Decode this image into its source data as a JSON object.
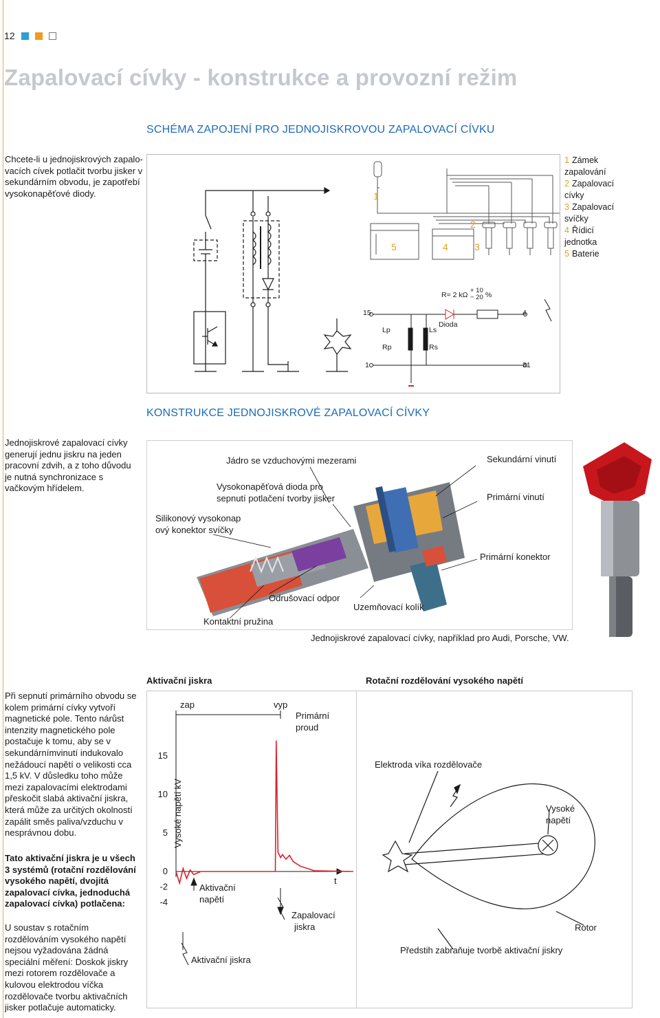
{
  "page": {
    "number": "12",
    "title": "Zapalovací cívky - konstrukce a provozní režim"
  },
  "section1": {
    "heading": "SCHÉMA ZAPOJENÍ PRO JEDNOJISKROVOU ZAPALOVACÍ CÍVKU",
    "text": "Chcete-li u jednojiskrových zapalovacích cívek potlačit tvorbu jisker v sekundárním obvodu, je zapotřebí vysokonapěťové diody.",
    "text_lines": [
      "Chcete-li u jednojiskrových zapalo-",
      "vacích cívek potlačit tvorbu jisker v",
      "sekundárním obvodu, je zapotřebí",
      "vysokonapěťové diody."
    ],
    "legend": [
      {
        "num": "1",
        "label": "Zámek zapalování"
      },
      {
        "num": "2",
        "label": "Zapalovací cívky"
      },
      {
        "num": "3",
        "label": "Zapalovací svíčky"
      },
      {
        "num": "4",
        "label": "Řídicí jednotka"
      },
      {
        "num": "5",
        "label": "Baterie"
      }
    ],
    "diagram_numbers": [
      "1",
      "2",
      "5",
      "4",
      "3"
    ],
    "schematic": {
      "resistor": "R= 2 kΩ",
      "tol_plus": "+ 10",
      "tol_minus": "− 20",
      "tol_unit": "%",
      "t15": "15",
      "t4": "4",
      "t1": "1",
      "t31": "31",
      "lp": "Lp",
      "rp": "Rp",
      "ls": "Ls",
      "rs": "Rs",
      "dioda": "Dioda"
    }
  },
  "section2": {
    "heading": "KONSTRUKCE JEDNOJISKROVÉ ZAPALOVACÍ CÍVKY",
    "text_lines": [
      "Jednojiskrové zapalovací cívky",
      "generují jednu jiskru na jeden",
      "pracovní zdvih, a z toho důvodu",
      "je nutná synchronizace s",
      "vačkovým hřídelem."
    ],
    "labels": {
      "jadro": "Jádro se vzduchovými mezerami",
      "dioda1": "Vysokonapěťová dioda pro",
      "dioda2": "sepnutí potlačení tvorby jisker",
      "silikon1": "Silikonový vysokonap",
      "silikon2": "ový konektor svíčky",
      "sekundarni": "Sekundární vinutí",
      "primarni": "Primární vinutí",
      "konektor": "Primární konektor",
      "odruseni": "Odrušovací odpor",
      "uzemneni": "Uzemňovací kolík",
      "pruzina": "Kontaktní pružina",
      "caption": "Jednojiskrové zapalovací cívky, například pro Audi, Porsche, VW."
    }
  },
  "section3": {
    "left_text_lines": [
      "Při sepnutí primárního obvodu se",
      "kolem primární cívky vytvoří",
      "magnetické pole. Tento nárůst",
      "intenzity magnetického pole",
      "postačuje k tomu, aby se v",
      "sekundárnímvinutí indukovalo",
      "nežádoucí napětí o velikosti cca",
      "1,5 kV. V důsledku toho může",
      "mezi zapalovacími elektrodami",
      "přeskočit slabá aktivační jiskra,",
      "která může za určitých okolností",
      "zapálit směs paliva/vzduchu v",
      "nesprávnou dobu."
    ],
    "bold_lines": [
      "Tato aktivační jiskra je u všech",
      "3 systémů (rotační rozdělování",
      "vysokého napětí, dvojitá",
      "zapalovací cívka, jednoduchá",
      "zapalovací cívka) potlačena:"
    ],
    "end_lines": [
      "U soustav s rotačním",
      "rozdělováním vysokého napětí",
      "nejsou vyžadována žádná",
      "speciální měření: Doskok jiskry",
      "mezi rotorem rozdělovače a",
      "kulovou elektrodou víčka",
      "rozdělovače tvorbu aktivačních",
      "jisker potlačuje automaticky."
    ],
    "chart_heading": "Aktivační jiskra",
    "rotary_heading": "Rotační rozdělování vysokého napětí",
    "chart_labels": {
      "zap": "zap",
      "vyp": "vyp",
      "primarni1": "Primární",
      "primarni2": "proud",
      "aktivacni1": "Aktivační",
      "aktivacni2": "napětí",
      "zapalovaci1": "Zapalovací",
      "zapalovaci2": "jiskra",
      "spark": "Aktivační jiskra",
      "t": "t"
    },
    "rotary_labels": {
      "elektroda": "Elektroda víka rozdělovače",
      "vysoke1": "Vysoké",
      "vysoke2": "napětí",
      "rotor": "Rotor",
      "predstih": "Předstih zabraňuje tvorbě aktivační jiskry"
    }
  },
  "chart_data": {
    "type": "line",
    "title": "Aktivační jiskra",
    "xlabel": "t",
    "ylabel": "Vysoké napětí kV",
    "y_ticks": [
      "15",
      "10",
      "5",
      "0",
      "-2",
      "-4"
    ],
    "ylim": [
      -4,
      17
    ],
    "series": [
      {
        "x": [
          0,
          0.02,
          0.04,
          0.06,
          0.08,
          0.1,
          0.14,
          0.3,
          0.5,
          0.56,
          0.565,
          0.575,
          0.59,
          0.6,
          0.62,
          0.64,
          0.66,
          0.7,
          0.74,
          0.78,
          1.0
        ],
        "y": [
          0,
          -1.5,
          0.4,
          -0.9,
          0.2,
          -0.4,
          0,
          0,
          0,
          0,
          17,
          2.5,
          1.8,
          2.2,
          1.6,
          2.1,
          1.3,
          0.7,
          0.4,
          0.1,
          0
        ]
      }
    ],
    "markers": [
      {
        "label": "zap",
        "x": 0
      },
      {
        "label": "vyp",
        "x": 0.565
      }
    ],
    "colors": {
      "line": "#d8232a",
      "axis": "#1a1a1a"
    }
  },
  "colors": {
    "heading_blue": "#1e6bb8",
    "accent_orange": "#e8a020",
    "title_gray": "#c5c8cc",
    "sq_blue": "#2e9fd8",
    "sq_orange": "#f39a1e",
    "red": "#d8232a"
  }
}
